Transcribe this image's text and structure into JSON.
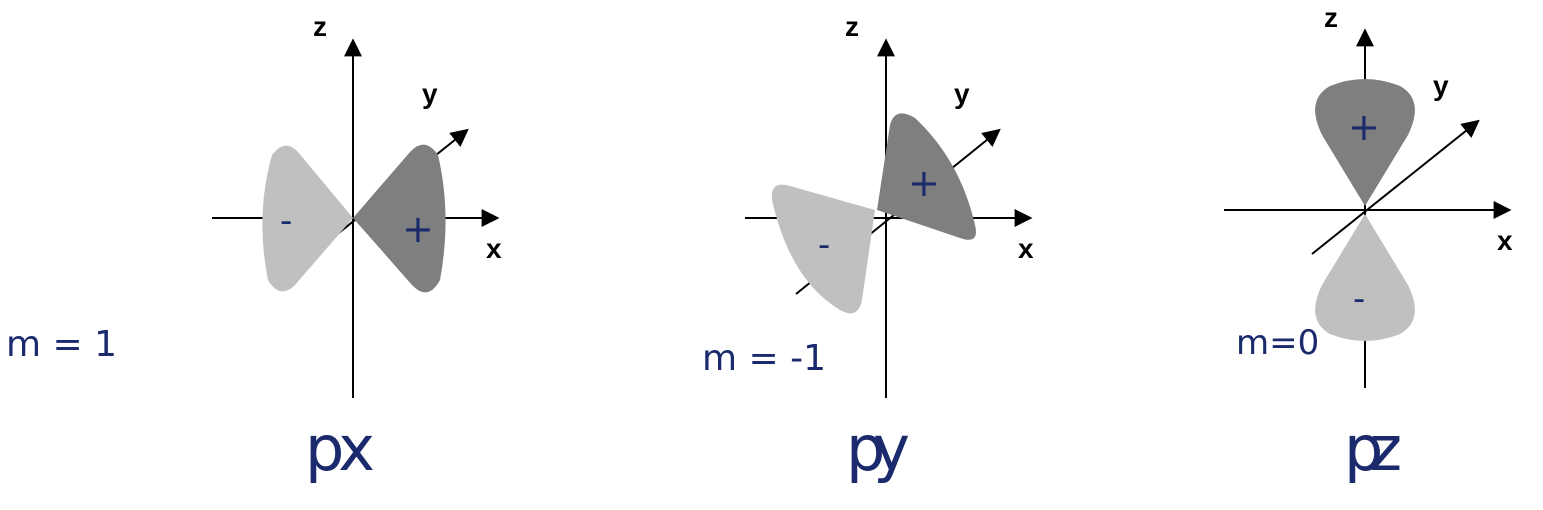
{
  "colors": {
    "positive_lobe": "#7f7f7f",
    "negative_lobe": "#c0c0c0",
    "axis": "#000000",
    "handwriting": "#1a2a6c"
  },
  "orbitals": [
    {
      "id": "px",
      "axis_labels": {
        "z": "z",
        "y": "y",
        "x": "x"
      },
      "signs": {
        "positive": "+",
        "negative": "-"
      },
      "m_label": "m = 1",
      "name": "px"
    },
    {
      "id": "py",
      "axis_labels": {
        "z": "z",
        "y": "y",
        "x": "x"
      },
      "signs": {
        "positive": "+",
        "negative": "-"
      },
      "m_label": "m = -1",
      "name": "py"
    },
    {
      "id": "pz",
      "axis_labels": {
        "z": "z",
        "y": "y",
        "x": "x"
      },
      "signs": {
        "positive": "+",
        "negative": "-"
      },
      "m_label": "m=0",
      "name": "pz"
    }
  ]
}
